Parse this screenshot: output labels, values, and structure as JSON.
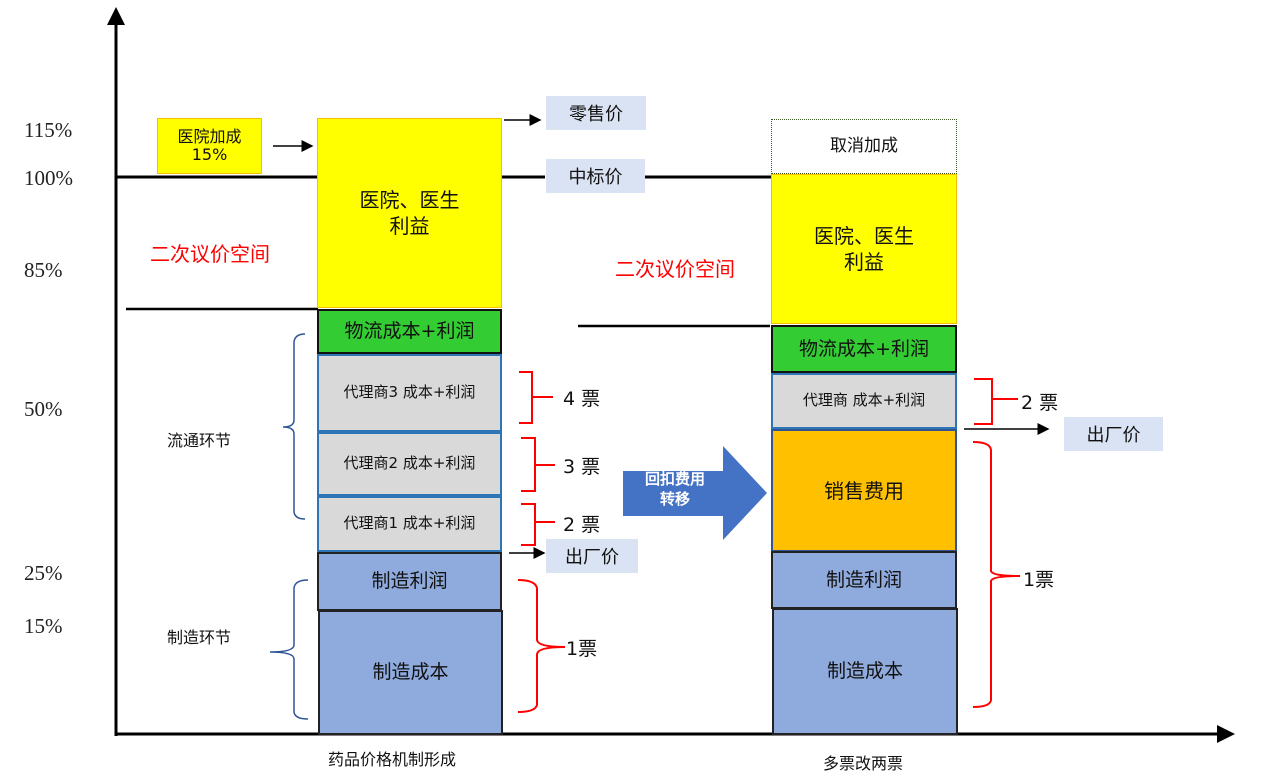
{
  "axis": {
    "y_ticks": [
      "115%",
      "100%",
      "85%",
      "50%",
      "25%",
      "15%"
    ]
  },
  "left": {
    "hospital_markup": {
      "line1": "医院加成",
      "line2": "15%"
    },
    "retail_price": "零售价",
    "bid_price": "中标价",
    "renegotiation_space": "二次议价空间",
    "blocks": {
      "hospital_benefit": {
        "line1": "医院、医生",
        "line2": "利益"
      },
      "logistics": "物流成本+利润",
      "agent3": "代理商3 成本+利润",
      "agent2": "代理商2 成本+利润",
      "agent1": "代理商1 成本+利润",
      "mfg_profit": "制造利润",
      "mfg_cost": "制造成本"
    },
    "tickets": {
      "t4": "4 票",
      "t3": "3 票",
      "t2": "2 票",
      "t1": "1票"
    },
    "ex_factory_price": "出厂价",
    "circulation_stage": "流通环节",
    "manufacturing_stage": "制造环节",
    "caption": "药品价格机制形成"
  },
  "arrow": {
    "line1": "回扣费用",
    "line2": "转移"
  },
  "right": {
    "cancel_markup": "取消加成",
    "renegotiation_space": "二次议价空间",
    "blocks": {
      "hospital_benefit": {
        "line1": "医院、医生",
        "line2": "利益"
      },
      "logistics": "物流成本+利润",
      "agent": "代理商 成本+利润",
      "sales_expense": "销售费用",
      "mfg_profit": "制造利润",
      "mfg_cost": "制造成本"
    },
    "tickets": {
      "t2": "2 票",
      "t1": "1票"
    },
    "ex_factory_price": "出厂价",
    "caption": "多票改两票"
  },
  "colors": {
    "yellow": "#ffff00",
    "green": "#33cc33",
    "grey": "#d9d9d9",
    "blue": "#8faadc",
    "orange": "#ffc000",
    "tag": "#dae3f3",
    "arrow": "#4472c4",
    "red": "#ff0000"
  }
}
